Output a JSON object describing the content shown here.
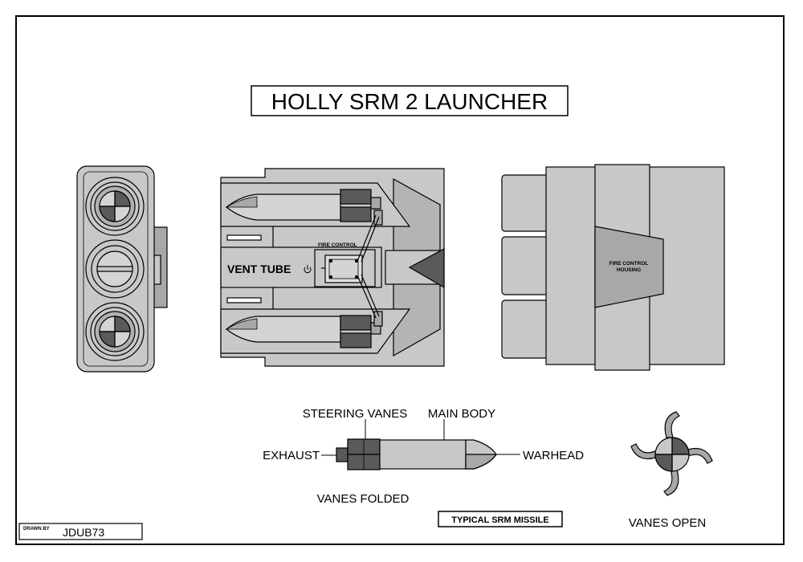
{
  "title": "HOLLY  SRM 2  LAUNCHER",
  "top_view": {
    "vent_tube": "VENT TUBE",
    "fire_control": "FIRE CONTROL"
  },
  "side_view": {
    "housing_line1": "FIRE CONTROL",
    "housing_line2": "HOUSING"
  },
  "missile": {
    "steering_vanes": "STEERING VANES",
    "main_body": "MAIN BODY",
    "exhaust": "EXHAUST",
    "warhead": "WARHEAD",
    "vanes_folded": "VANES FOLDED",
    "caption": "TYPICAL SRM MISSILE"
  },
  "vanes_open": "VANES OPEN",
  "credit": {
    "label": "DRAWN BY",
    "name": "JDUB73"
  },
  "colors": {
    "light_gray": "#c8c8c8",
    "mid_gray": "#a8a8a8",
    "dark_gray": "#5a5a5a",
    "outline": "#000000"
  }
}
